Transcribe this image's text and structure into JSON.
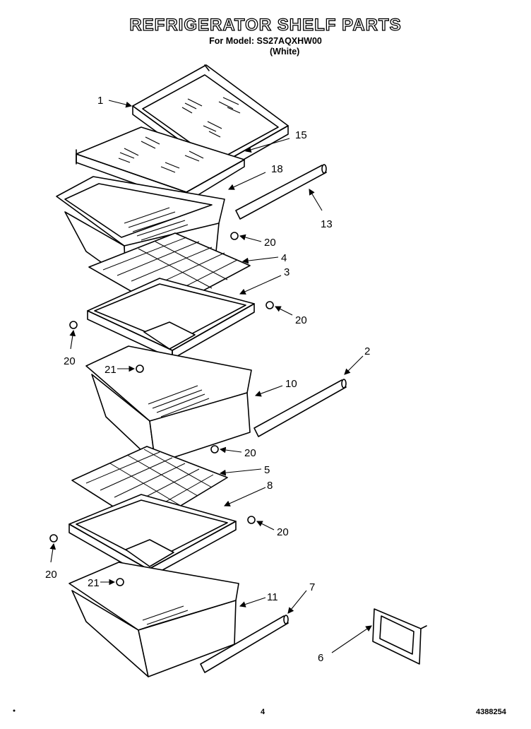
{
  "header": {
    "title": "REFRIGERATOR SHELF PARTS",
    "subtitle": "For Model: SS27AQXHW00",
    "subtitle2": "(White)"
  },
  "callouts": {
    "c1": "1",
    "c15": "15",
    "c18": "18",
    "c13": "13",
    "c20a": "20",
    "c4": "4",
    "c3": "3",
    "c20b": "20",
    "c20c": "20",
    "c2": "2",
    "c21a": "21",
    "c10": "10",
    "c20d": "20",
    "c5": "5",
    "c8": "8",
    "c20e": "20",
    "c20f": "20",
    "c7": "7",
    "c21b": "21",
    "c11": "11",
    "c6": "6"
  },
  "footer": {
    "page": "4",
    "doc_number": "4388254"
  }
}
